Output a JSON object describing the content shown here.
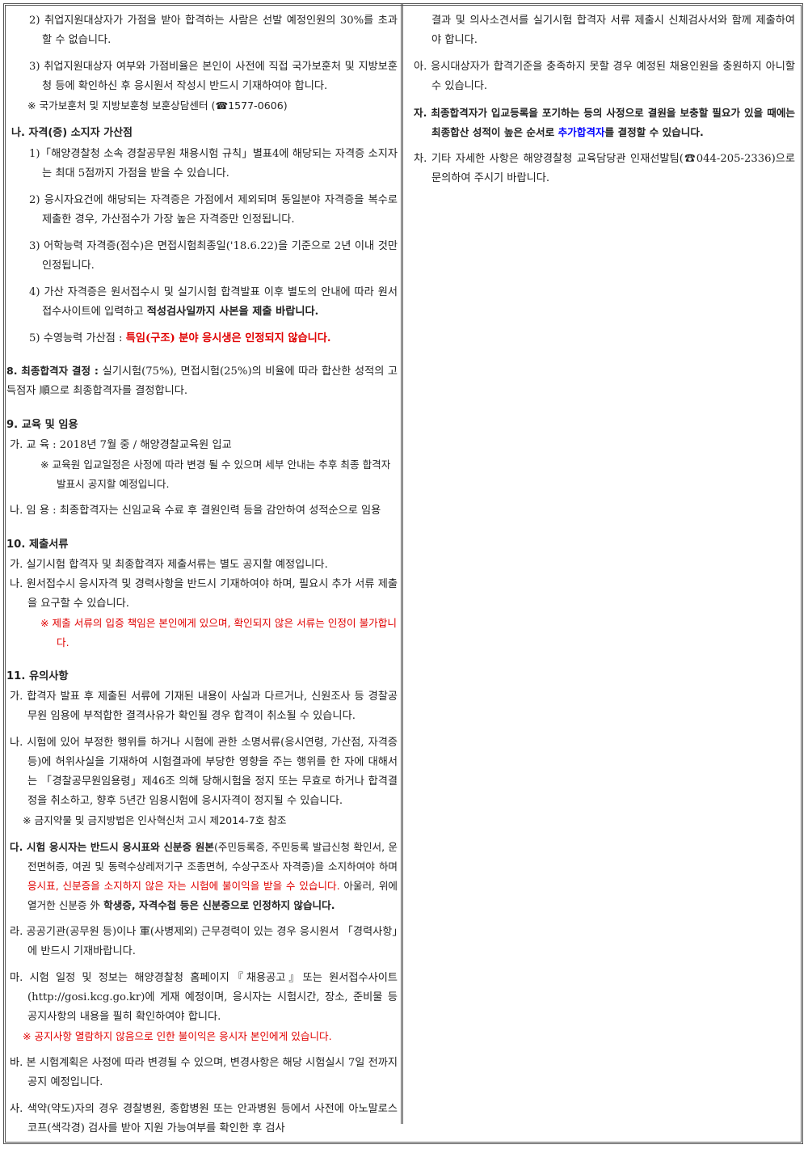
{
  "left": {
    "a2_num": "2)",
    "a2_text": "취업지원대상자가 가점을 받아 합격하는 사람은 선발 예정인원의 30%를 초과할 수 없습니다.",
    "a3_num": "3)",
    "a3_text": "취업지원대상자 여부와 가점비율은 본인이 사전에 직접 국가보훈처 및 지방보훈청 등에 확인하신 후 응시원서 작성시 반드시 기재하여야 합니다.",
    "a3_note": "※ 국가보훈처 및 지방보훈청 보훈상담센터 (☎1577-0606)",
    "na_title": "나. 자격(증) 소지자 가산점",
    "n1": "1)「해양경찰청 소속 경찰공무원 채용시험 규칙」별표4에 해당되는 자격증 소지자는 최대 5점까지 가점을 받을 수 있습니다.",
    "n2": "2) 응시자요건에 해당되는 자격증은 가점에서 제외되며 동일분야 자격증을 복수로 제출한 경우, 가산점수가 가장 높은 자격증만 인정됩니다.",
    "n3": "3) 어학능력 자격증(점수)은 면접시험최종일('18.6.22)을 기준으로 2년 이내 것만 인정됩니다.",
    "n4_a": "4) 가산 자격증은 원서접수시 및 실기시험 합격발표 이후 별도의 안내에 따라 원서접수사이트에 입력하고 ",
    "n4_b": "적성검사일까지 사본을 제출 바랍니다.",
    "n5_a": "5) 수영능력 가산점 : ",
    "n5_b": "특임(구조) 분야 응시생은 인정되지 않습니다.",
    "s8_title": "8. 최종합격자 결정 : ",
    "s8_text": "실기시험(75%), 면접시험(25%)의 비율에 따라 합산한 성적의 고득점자 順으로 최종합격자를 결정합니다.",
    "s9_title": "9. 교육 및 임용",
    "s9_ga": "가. 교    육 : 2018년 7월 중 / 해양경찰교육원 입교",
    "s9_ga_note": "※ 교육원 입교일정은 사정에 따라 변경 될 수 있으며 세부 안내는 추후 최종 합격자 발표시 공지할 예정입니다.",
    "s9_na": "나. 임    용 : 최종합격자는 신임교육 수료 후 결원인력 등을 감안하여 성적순으로 임용",
    "s10_title": "10. 제출서류",
    "s10_ga": "가. 실기시험 합격자 및 최종합격자 제출서류는 별도 공지할 예정입니다.",
    "s10_na": "나. 원서접수시 응시자격 및 경력사항을 반드시 기재하여야 하며, 필요시 추가 서류 제출을 요구할 수 있습니다.",
    "s10_note": "※ 제출 서류의 입증 책임은 본인에게 있으며, 확인되지 않은 서류는 인정이 불가합니다.",
    "s11_title": "11. 유의사항",
    "s11_ga": "가. 합격자 발표 후 제출된 서류에 기재된 내용이 사실과 다르거나, 신원조사 등 경찰공무원 임용에 부적합한 결격사유가 확인될 경우 합격이 취소될 수 있습니다.",
    "s11_na": "나. 시험에 있어 부정한 행위를 하거나 시험에 관한 소명서류(응시연령, 가산점, 자격증 등)에 허위사실을 기재하여 시험결과에 부당한 영향을 주는 행위를 한 자에 대해서는 「경찰공무원임용령」제46조 의해 당해시험을 정지 또는 무효로 하거나 합격결정을 취소하고, 향후 5년간 임용시험에 응시자격이 정지될 수 있습니다.",
    "s11_na_note": "※ 금지약물 및 금지방법은 인사혁신처 고시 제2014-7호 참조",
    "s11_da_a": "다. 시험 응시자는 반드시 응시표와 신분증 원본",
    "s11_da_b": "(주민등록증, 주민등록 발급신청 확인서, 운전면허증, 여권 및 동력수상레저기구 조종면허, 수상구조사 자격증)을 소지하여야 하며 ",
    "s11_da_c": "응시표, 신분증을 소지하지 않은 자는 시험에 불이익을 받을 수 있습니다.",
    "s11_da_d": " 아울러, 위에 열거한 신분증 外 ",
    "s11_da_e": "학생증, 자격수첩 등은 신분증으로 인정하지 않습니다.",
    "s11_ra": "라. 공공기관(공무원 등)이나 軍(사병제외) 근무경력이 있는 경우 응시원서 「경력사항」에 반드시 기재바랍니다.",
    "s11_ma": "마. 시험 일정 및 정보는 해양경찰청 홈페이지『채용공고』또는 원서접수사이트(http://gosi.kcg.go.kr)에 게재 예정이며, 응시자는 시험시간, 장소, 준비물 등 공지사항의 내용을 필히 확인하여야 합니다.",
    "s11_ma_note": "※ 공지사항 열람하지 않음으로 인한 불이익은 응시자 본인에게 있습니다.",
    "s11_ba": "바. 본 시험계획은 사정에 따라 변경될 수 있으며, 변경사항은 해당 시험실시 7일 전까지 공지 예정입니다.",
    "s11_sa": "사. 색약(약도)자의 경우 경찰병원, 종합병원 또는 안과병원 등에서 사전에 아노말로스코프(색각경) 검사를 받아 지원 가능여부를 확인한 후 검사"
  },
  "right": {
    "sa_cont": "결과 및 의사소견서를 실기시험 합격자 서류 제출시 신체검사서와 함께 제출하여야 합니다.",
    "a": "아. 응시대상자가 합격기준을 충족하지 못할 경우 예정된 채용인원을 충원하지 아니할 수 있습니다.",
    "ja_a": "자. 최종합격자가 입교등록을 포기하는 등의 사정으로 결원을 보충할 필요가 있을 때에는 최종합산 성적이 높은 순서로 ",
    "ja_b": "추가합격자",
    "ja_c": "를 결정할 수 있습니다.",
    "cha": "차. 기타 자세한 사항은 해양경찰청 교육담당관 인재선발팀(☎044-205-2336)으로 문의하여 주시기 바랍니다."
  },
  "colors": {
    "red": "#e00000",
    "blue": "#0000ff",
    "border": "#555555"
  }
}
